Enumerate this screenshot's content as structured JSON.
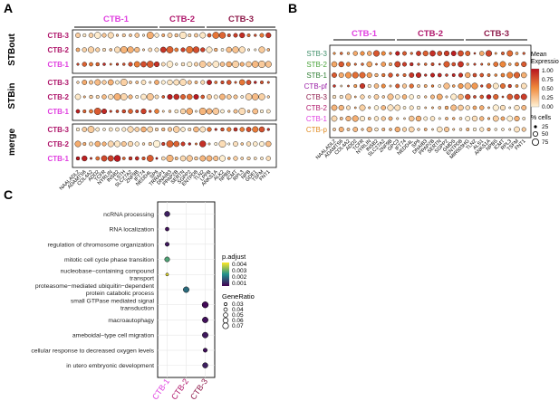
{
  "panel_labels": {
    "a": "A",
    "b": "B",
    "c": "C"
  },
  "colors": {
    "ctb1": "#e040e0",
    "ctb2": "#b0186c",
    "ctb3": "#8e1a4a",
    "ctb_label_a": "#b0186c",
    "stb3": "#3f8f6a",
    "stb2": "#4aa33a",
    "stb1": "#2e7d32",
    "ctbpf": "#9a1fa6",
    "ctbp": "#e08a1e",
    "heat_low": "#fff2d6",
    "heat_mid": "#f08a3c",
    "heat_high": "#b7141e",
    "viridis_low": "#fde725",
    "viridis_mid": "#21918c",
    "viridis_high": "#440154"
  },
  "panel_a": {
    "group_headers": [
      "CTB-1",
      "CTB-2",
      "CTB-3"
    ],
    "sections": [
      "STBout",
      "STBin",
      "merge"
    ],
    "row_labels": [
      "CTB-3",
      "CTB-2",
      "CTB-1"
    ],
    "genes": [
      "NAALADL2",
      "ADAMTS6",
      "COL4A2",
      "ADD2",
      "TCFR",
      "NYRLIN",
      "INSB2",
      "LSTH",
      "SLC27A2",
      "ZNF9B",
      "IFT74",
      "NEDD4L",
      "SP6",
      "TRRAP1",
      "DNAIB3",
      "PPAP2B",
      "SERTN",
      "SGPP2",
      "ENTPD8",
      "TLN2",
      "LPPB",
      "ANKS1A",
      "ALK2",
      "NPBS",
      "ICMT",
      "RPL3",
      "NPB",
      "GDE1",
      "TSFM",
      "FNT1"
    ]
  },
  "panel_b": {
    "group_headers": [
      "CTB-1",
      "CTB-2",
      "CTB-3"
    ],
    "row_labels": [
      "STB-3",
      "STB-2",
      "STB-1",
      "CTB-pf",
      "CTB-3",
      "CTB-2",
      "CTB-1",
      "CTB-p"
    ],
    "genes": [
      "NAALADL2",
      "ADAMTS6",
      "COL4A2",
      "ADD2",
      "TCFR",
      "NYRLIN",
      "INSB2",
      "SLC27A2",
      "ZNF9B",
      "GPC3",
      "IFT74",
      "NEDD4L",
      "SP6",
      "DNAIB3",
      "PPAP2B",
      "SERTN",
      "SGPP2",
      "GMDS",
      "ENTPD8",
      "MIR503HG",
      "TLN2",
      "ALS1",
      "ANKS1A",
      "NPBS",
      "ICMT",
      "RPL3",
      "TSFM",
      "FNT1"
    ],
    "legend": {
      "expr_title": "Mean Expression",
      "expr_ticks": [
        "1.00",
        "0.75",
        "0.50",
        "0.25",
        "0.00"
      ],
      "pct_title": "% cells",
      "pct_ticks": [
        "25",
        "50",
        "75"
      ]
    }
  },
  "chart_data": {
    "type": "scatter",
    "x": [
      "CTB-1",
      "CTB-2",
      "CTB-3"
    ],
    "y": [
      "ncRNA processing",
      "RNA localization",
      "regulation of chromosome organization",
      "mitotic cell cycle phase transition",
      "nucleobase-containing compound transport",
      "proteasome-mediated ubiquitin-dependent protein catabolic process",
      "small GTPase mediated signal transduction",
      "macroautophagy",
      "ameboidal-type cell migration",
      "cellular response to decreased oxygen levels",
      "in utero embryonic development"
    ],
    "y_display": [
      [
        "ncRNA processing"
      ],
      [
        "RNA localization"
      ],
      [
        "regulation of chromosome organization"
      ],
      [
        "mitotic cell cycle phase transition"
      ],
      [
        "nucleobase−containing compound",
        "transport"
      ],
      [
        "proteasome−mediated ubiquitin−dependent",
        "protein catabolic process"
      ],
      [
        "small GTPase mediated signal",
        "transduction"
      ],
      [
        "macroautophagy"
      ],
      [
        "ameboidal−type cell migration"
      ],
      [
        "cellular response to decreased oxygen levels"
      ],
      [
        "in utero embryonic development"
      ]
    ],
    "points": [
      {
        "x": "CTB-1",
        "y": "ncRNA processing",
        "gene_ratio": 0.06,
        "p_adjust": 0.0008
      },
      {
        "x": "CTB-1",
        "y": "RNA localization",
        "gene_ratio": 0.04,
        "p_adjust": 0.0006
      },
      {
        "x": "CTB-1",
        "y": "regulation of chromosome organization",
        "gene_ratio": 0.045,
        "p_adjust": 0.0007
      },
      {
        "x": "CTB-1",
        "y": "mitotic cell cycle phase transition",
        "gene_ratio": 0.055,
        "p_adjust": 0.0027
      },
      {
        "x": "CTB-1",
        "y": "nucleobase-containing compound transport",
        "gene_ratio": 0.03,
        "p_adjust": 0.004
      },
      {
        "x": "CTB-2",
        "y": "proteasome-mediated ubiquitin-dependent protein catabolic process",
        "gene_ratio": 0.065,
        "p_adjust": 0.0018
      },
      {
        "x": "CTB-3",
        "y": "small GTPase mediated signal transduction",
        "gene_ratio": 0.07,
        "p_adjust": 0.0005
      },
      {
        "x": "CTB-3",
        "y": "macroautophagy",
        "gene_ratio": 0.065,
        "p_adjust": 0.0006
      },
      {
        "x": "CTB-3",
        "y": "ameboidal-type cell migration",
        "gene_ratio": 0.065,
        "p_adjust": 0.0007
      },
      {
        "x": "CTB-3",
        "y": "cellular response to decreased oxygen levels",
        "gene_ratio": 0.045,
        "p_adjust": 0.0006
      },
      {
        "x": "CTB-3",
        "y": "in utero embryonic development",
        "gene_ratio": 0.06,
        "p_adjust": 0.0008
      }
    ],
    "legend": {
      "padjust_title": "p.adjust",
      "padjust_ticks": [
        "0.004",
        "0.003",
        "0.002",
        "0.001"
      ],
      "generatio_title": "GeneRatio",
      "generatio_ticks": [
        "0.03",
        "0.04",
        "0.05",
        "0.06",
        "0.07"
      ]
    },
    "grid": true
  }
}
